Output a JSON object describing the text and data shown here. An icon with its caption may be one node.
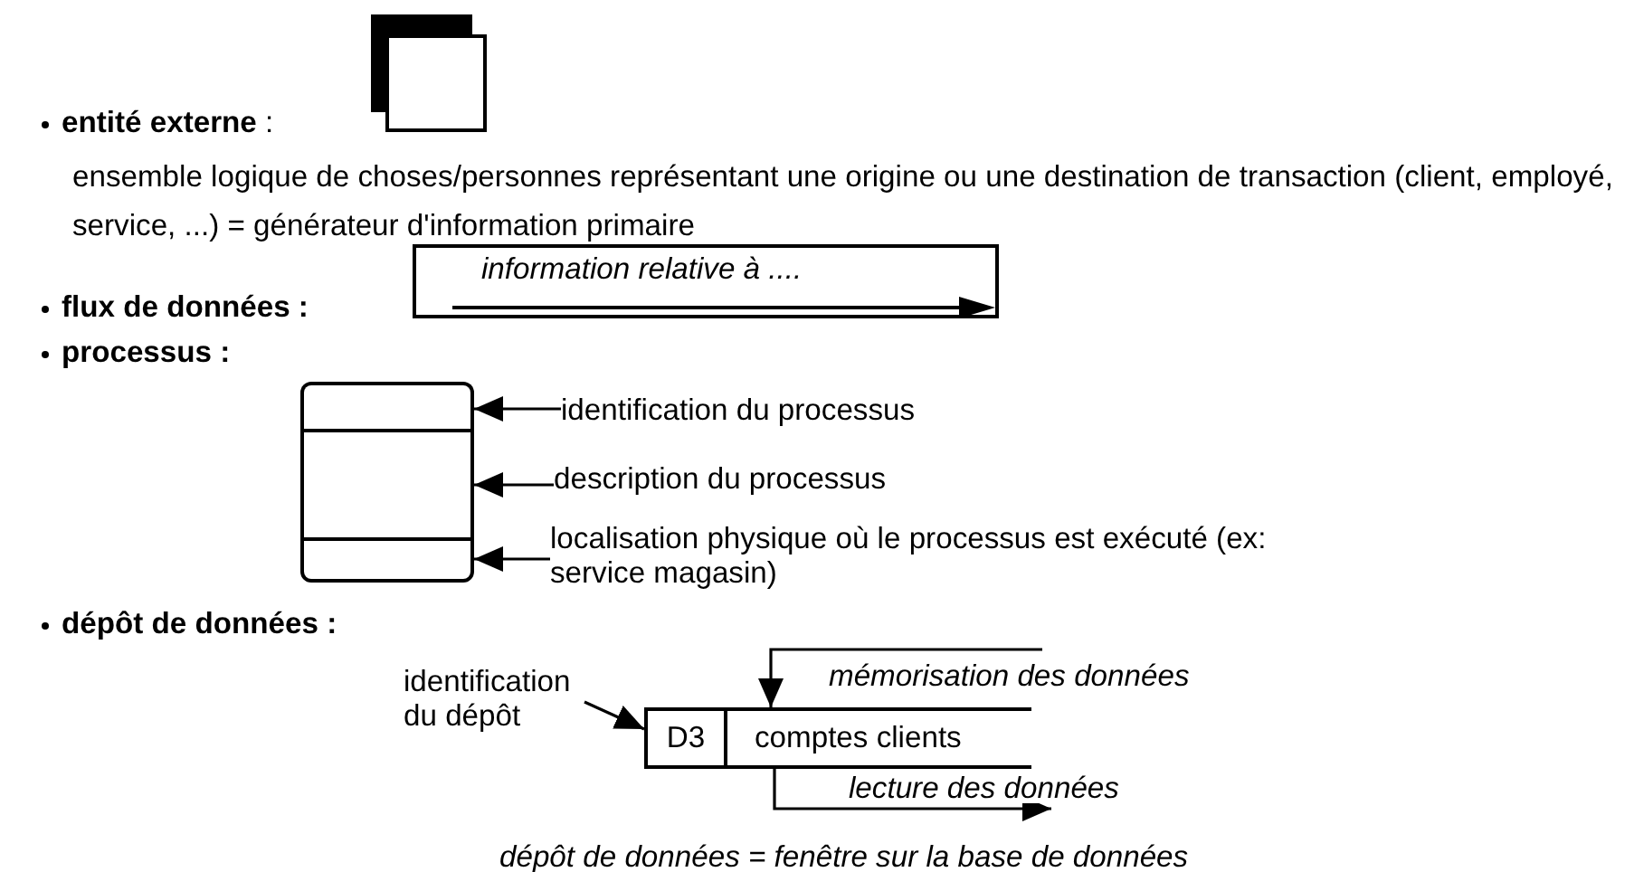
{
  "diagram": {
    "nodes": [
      {
        "text": [],
        "shape": "box"
      },
      {
        "text": [
          "information relative à ...."
        ]
      },
      {
        "text": [],
        "shape": "box"
      },
      {
        "text": [],
        "shape": "box",
        "in": 2
      },
      {
        "text": [],
        "shape": "box",
        "in": 2
      },
      {
        "text": [],
        "shape": "box",
        "in": 2
      },
      {
        "text": [
          "identification du processus"
        ]
      },
      {
        "text": [
          "description du processus"
        ]
      },
      {
        "text": [
          "localisation physique où le processus est exécuté (ex: service magasin)"
        ]
      },
      {
        "text": [
          "D3"
        ]
      },
      {
        "text": [
          "comptes clients"
        ]
      },
      {
        "text": [
          "identification du dépôt"
        ]
      }
    ],
    "edges": [
      {
        "from": 6,
        "to": 3,
        "arrow": "to"
      },
      {
        "from": 7,
        "to": 4,
        "arrow": "to"
      },
      {
        "from": 8,
        "to": 5,
        "arrow": "to"
      },
      {
        "from": 11,
        "to": 9,
        "arrow": "to"
      },
      {
        "from": null,
        "to": 10,
        "arrow": "to",
        "label": "mémorisation des données"
      },
      {
        "from": 10,
        "to": null,
        "arrow": "to",
        "label": "lecture des données"
      }
    ],
    "labels": [
      "**entité externe** :",
      "ensemble logique de choses/personnes représentant une origine ou une destination de transaction (client, employé, service, ...) = générateur d'information primaire",
      "flux de données :",
      "processus :",
      "dépôt de données :",
      "dépôt de données = fenêtre sur la base de données"
    ]
  }
}
